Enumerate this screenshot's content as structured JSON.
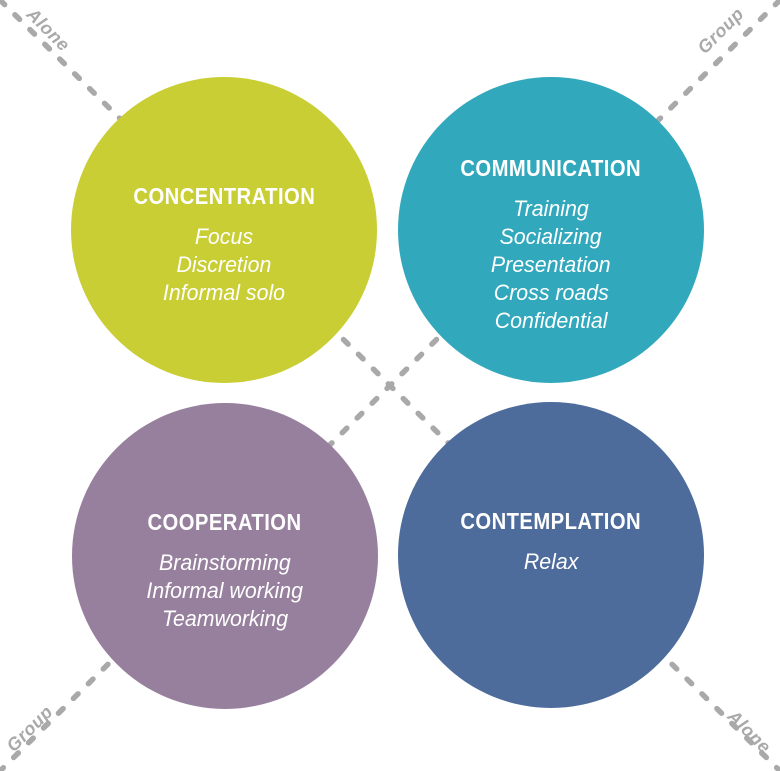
{
  "diagram": {
    "background": "#ffffff",
    "text_color": "#ffffff",
    "axis": {
      "dash_color": "#a9a9a9",
      "label_color": "#a9a9a9",
      "labels": {
        "top_left": "Alone",
        "top_right": "Group",
        "bottom_left": "Group",
        "bottom_right": "Alone"
      }
    },
    "quadrants": [
      {
        "title": "CONCENTRATION",
        "color": "#c9ce35",
        "items": [
          "Focus",
          "Discretion",
          "Informal solo"
        ]
      },
      {
        "title": "COMMUNICATION",
        "color": "#32a8bd",
        "items": [
          "Training",
          "Socializing",
          "Presentation",
          "Cross roads",
          "Confidential"
        ]
      },
      {
        "title": "COOPERATION",
        "color": "#96809d",
        "items": [
          "Brainstorming",
          "Informal working",
          "Teamworking"
        ]
      },
      {
        "title": "CONTEMPLATION",
        "color": "#4d6b9b",
        "items": [
          "Relax"
        ]
      }
    ]
  }
}
